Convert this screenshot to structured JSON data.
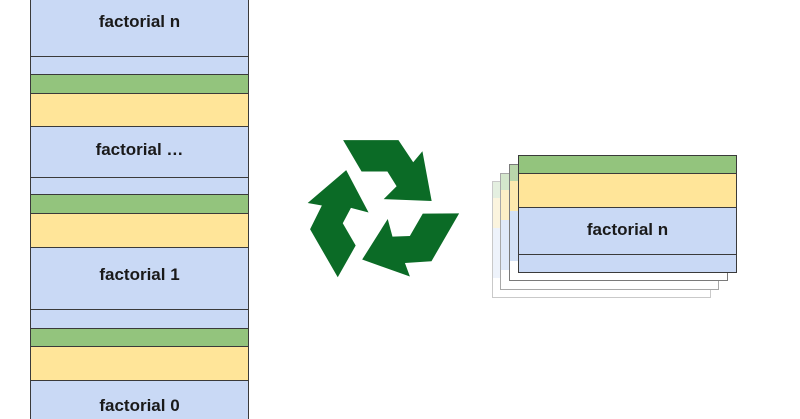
{
  "stack_frames": [
    {
      "label": "factorial n"
    },
    {
      "label": "factorial …"
    },
    {
      "label": "factorial 1"
    },
    {
      "label": "factorial 0"
    }
  ],
  "reused_frame": {
    "label": "factorial n"
  },
  "icons": {
    "recycle": "recycle-icon"
  },
  "colors": {
    "frame_blue": "#c9d9f5",
    "frame_green": "#93c47d",
    "frame_yellow": "#ffe599",
    "recycle_green": "#0b6b26",
    "border": "#3a3a3a"
  }
}
